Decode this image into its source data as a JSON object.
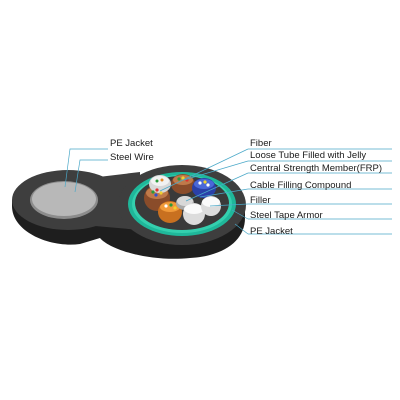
{
  "labels": {
    "left": [
      "PE Jacket",
      "Steel Wire"
    ],
    "right": [
      "Fiber",
      "Loose Tube Filled with Jelly",
      "Central Strength Member(FRP)",
      "Cable Filling Compound",
      "Filler",
      "Steel Tape Armor",
      "PE  Jacket"
    ]
  },
  "colors": {
    "jacket": "#2a2a2a",
    "jacket_top": "#454545",
    "steel_wire": "#b5b5b5",
    "armor": "#1fb79a",
    "filling_compound": "#3c3c3c",
    "central_member": "#cfcfcf",
    "filler": "#f2f2f2",
    "tube_brown": "#9a5a35",
    "tube_white": "#e8e8e8",
    "tube_blue": "#3a55c8",
    "tube_orange": "#e08a2a",
    "tube_green": "#37a040",
    "leader_line": "#4aa8c8"
  }
}
